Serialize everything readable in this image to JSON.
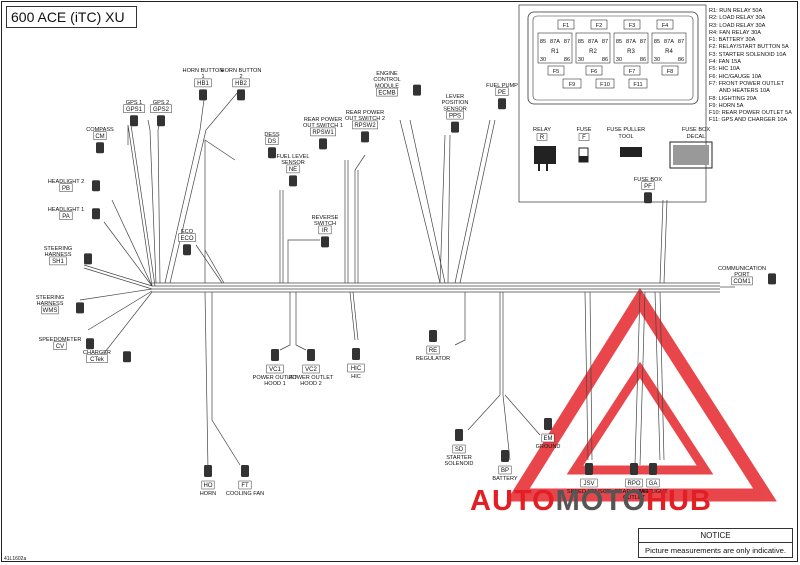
{
  "title": "600 ACE (iTC) XU",
  "reference": "41L1602a",
  "notice": {
    "heading": "NOTICE",
    "text": "Picture measurements are only indicative."
  },
  "watermark": {
    "part1": "AUTO",
    "part2": "MOTO",
    "part3": "HUB",
    "color": "#e31e24"
  },
  "fuse_legend": [
    "R1: RUN RELAY 50A",
    "R2: LOAD RELAY 30A",
    "R3: LOAD RELAY 30A",
    "R4: FAN RELAY 30A",
    "F1: BATTERY 30A",
    "F2: RELAY/START BUTTON 5A",
    "F3: STARTER SOLENOID 10A",
    "F4: FAN 15A",
    "F5: HIC 10A",
    "F6: HIC/GAUGE 10A",
    "F7: FRONT POWER OUTLET",
    "AND HEATERS 10A",
    "F8: LIGHTING 20A",
    "F9: HORN 5A",
    "F10: REAR POWER OUTLET 5A",
    "F11: GPS AND CHARGER 10A"
  ],
  "fuse_box": {
    "relays": [
      {
        "name": "R1",
        "pins_top": [
          "85",
          "87A",
          "87"
        ],
        "pins_bottom": [
          "30",
          "86"
        ]
      },
      {
        "name": "R2",
        "pins_top": [
          "85",
          "87A",
          "87"
        ],
        "pins_bottom": [
          "30",
          "86"
        ]
      },
      {
        "name": "R3",
        "pins_top": [
          "85",
          "87A",
          "87"
        ],
        "pins_bottom": [
          "30",
          "86"
        ]
      },
      {
        "name": "R4",
        "pins_top": [
          "85",
          "87A",
          "87"
        ],
        "pins_bottom": [
          "30",
          "86"
        ]
      }
    ],
    "top_fuses": [
      "F1",
      "F2",
      "F3",
      "F4"
    ],
    "mid_fuses": [
      "F5",
      "F6",
      "F7",
      "F8"
    ],
    "bottom_fuses": [
      "F9",
      "F10",
      "F11"
    ]
  },
  "parts_legend": [
    {
      "label": "RELAY",
      "code": "R"
    },
    {
      "label": "FUSE",
      "code": "F"
    },
    {
      "label": "FUSE PULLER TOOL",
      "code": ""
    },
    {
      "label": "FUSE BOX DECAL",
      "code": ""
    }
  ],
  "connectors": [
    {
      "id": "hb1",
      "label": "HORN BUTTON 1",
      "code": "HB1"
    },
    {
      "id": "hb2",
      "label": "HORN BUTTON 2",
      "code": "HB2"
    },
    {
      "id": "gps1",
      "label": "GPS 1",
      "code": "GPS1"
    },
    {
      "id": "gps2",
      "label": "GPS 2",
      "code": "GPS2"
    },
    {
      "id": "cm",
      "label": "COMPASS",
      "code": "CM"
    },
    {
      "id": "ds",
      "label": "DESS",
      "code": "DS"
    },
    {
      "id": "ecmb",
      "label": "ENGINE CONTROL MODULE",
      "code": "ECMB"
    },
    {
      "id": "pps",
      "label": "LEVER POSITION SENSOR",
      "code": "PPS"
    },
    {
      "id": "pe",
      "label": "FUEL PUMP",
      "code": "PE"
    },
    {
      "id": "rpsw1",
      "label": "REAR POWER OUT SWITCH 1",
      "code": "RPSW1"
    },
    {
      "id": "rpsw2",
      "label": "REAR POWER OUT SWITCH 2",
      "code": "RPSW2"
    },
    {
      "id": "ne",
      "label": "FUEL LEVEL SENSOR",
      "code": "NE"
    },
    {
      "id": "pb",
      "label": "HEADLIGHT 2",
      "code": "PB"
    },
    {
      "id": "pa",
      "label": "HEADLIGHT 1",
      "code": "PA"
    },
    {
      "id": "ir",
      "label": "REVERSE SWITCH",
      "code": "IR"
    },
    {
      "id": "eco",
      "label": "ECO",
      "code": "ECO"
    },
    {
      "id": "sh1",
      "label": "STEERING HARNESS",
      "code": "SH1"
    },
    {
      "id": "wms",
      "label": "STEERING HARNESS",
      "code": "WMS"
    },
    {
      "id": "cv",
      "label": "SPEEDOMETER",
      "code": "CV"
    },
    {
      "id": "ctek",
      "label": "CHARGER",
      "code": "CTek"
    },
    {
      "id": "vc1",
      "label": "POWER OUTLET HOOD 1",
      "code": "VC1"
    },
    {
      "id": "vc2",
      "label": "POWER OUTLET HOOD 2",
      "code": "VC2"
    },
    {
      "id": "hic",
      "label": "HIC",
      "code": "HIC"
    },
    {
      "id": "re",
      "label": "REGULATOR",
      "code": "RE"
    },
    {
      "id": "pf",
      "label": "FUSE BOX",
      "code": "PF"
    },
    {
      "id": "com1",
      "label": "COMMUNICATION PORT",
      "code": "COM1"
    },
    {
      "id": "sd",
      "label": "STARTER SOLENOID",
      "code": "SD"
    },
    {
      "id": "bp",
      "label": "BATTERY",
      "code": "BP"
    },
    {
      "id": "em",
      "label": "GROUND",
      "code": "EM"
    },
    {
      "id": "ho",
      "label": "HORN",
      "code": "HO"
    },
    {
      "id": "ft",
      "label": "COOLING FAN",
      "code": "FT"
    },
    {
      "id": "jsv",
      "label": "SPEED SENSOR",
      "code": "JSV"
    },
    {
      "id": "rpo",
      "label": "REAR POWER OUTLET",
      "code": "RPO"
    },
    {
      "id": "ga",
      "label": "TAIL LIGHT",
      "code": "GA"
    }
  ]
}
